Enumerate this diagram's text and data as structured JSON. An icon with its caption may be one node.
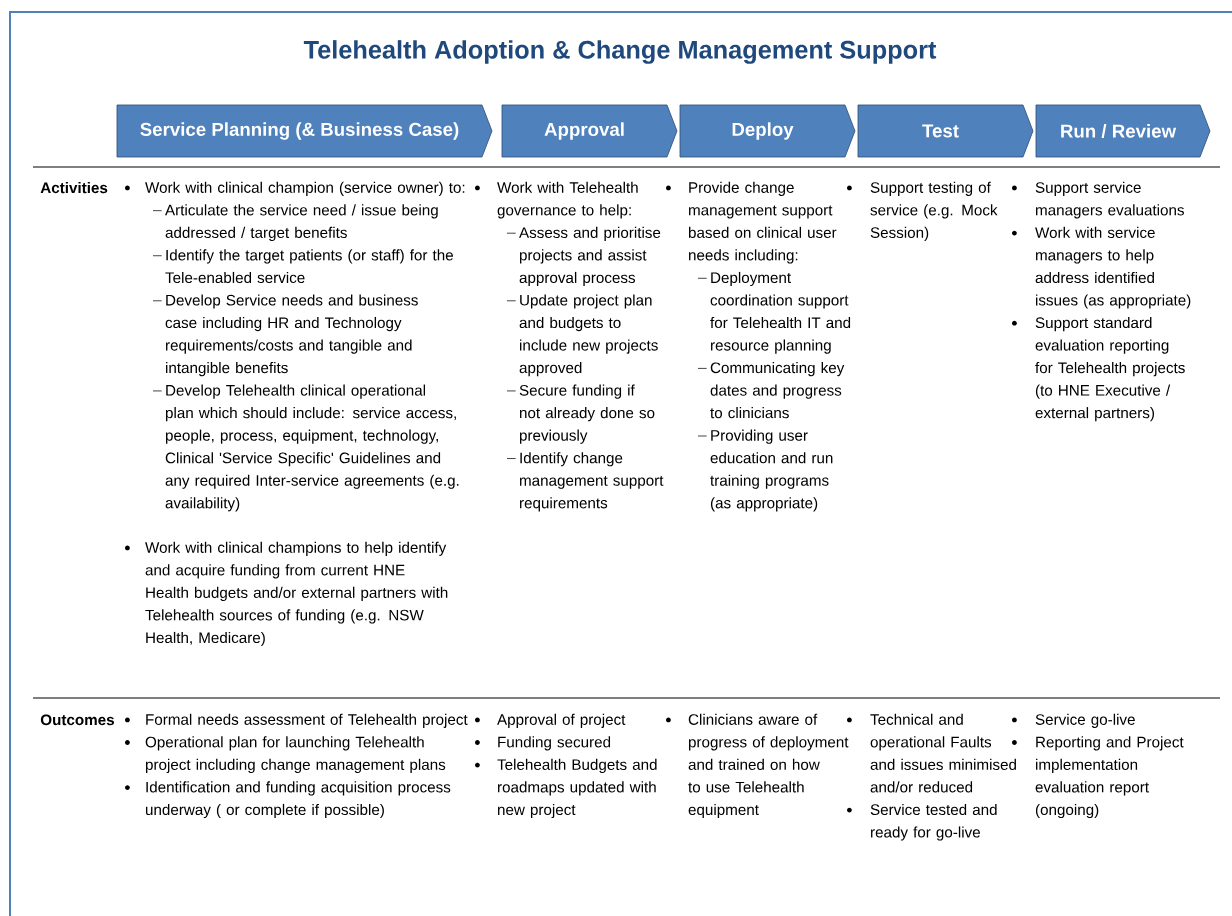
{
  "diagram": {
    "title": "Telehealth Adoption & Change Management Support",
    "nodes": [
      {
        "text": [
          "Service Planning (& Business Case)"
        ]
      },
      {
        "text": [
          "Approval"
        ]
      },
      {
        "text": [
          "Deploy"
        ]
      },
      {
        "text": [
          "Test"
        ]
      },
      {
        "text": [
          "Run / Review"
        ]
      }
    ],
    "labels": [
      "Activities",
      "Work with clinical champion (service owner) to:",
      "Articulate the service need / issue being addressed / target benefits",
      "Identify the target patients (or staff) for the Tele-enabled service",
      "Develop Service needs and business case including HR and Technology requirements/costs and tangible and intangible benefits",
      "Develop Telehealth clinical operational plan which should include: service access, people, process, equipment, technology, Clinical 'Service Specific' Guidelines and any required Inter-service agreements (e.g. availability)",
      "Work with clinical champions to help identify and acquire funding from current HNE Health budgets and/or external partners with Telehealth sources of funding (e.g. NSW Health, Medicare)",
      "Work with Telehealth governance to help:",
      "Assess and prioritise projects and assist approval process",
      "Update project plan and budgets to include new projects approved",
      "Secure funding if not already done so previously",
      "Identify change management support requirements",
      "Provide change management support based on clinical user needs including:",
      "Deployment coordination support for Telehealth IT and resource planning",
      "Communicating key dates and progress to clinicians",
      "Providing user education and run training programs (as appropriate)",
      "Support testing of service (e.g. Mock Session)",
      "Support service managers evaluations",
      "Work with service managers to help address identified issues (as appropriate)",
      "Support standard evaluation reporting for Telehealth projects (to HNE Executive / external partners)",
      "Outcomes",
      "Formal needs assessment of Telehealth project",
      "Operational plan for launching Telehealth project including change management plans",
      "Identification and funding acquisition process underway ( or complete if possible)",
      "Approval of project",
      "Funding secured",
      "Telehealth Budgets and roadmaps updated with new project",
      "Clinicians aware of progress of deployment and trained on how to use Telehealth equipment",
      "Technical and operational Faults and issues minimised and/or reduced",
      "Service tested and ready for go-live",
      "Service go-live",
      "Reporting and Project implementation evaluation report (ongoing)"
    ]
  }
}
